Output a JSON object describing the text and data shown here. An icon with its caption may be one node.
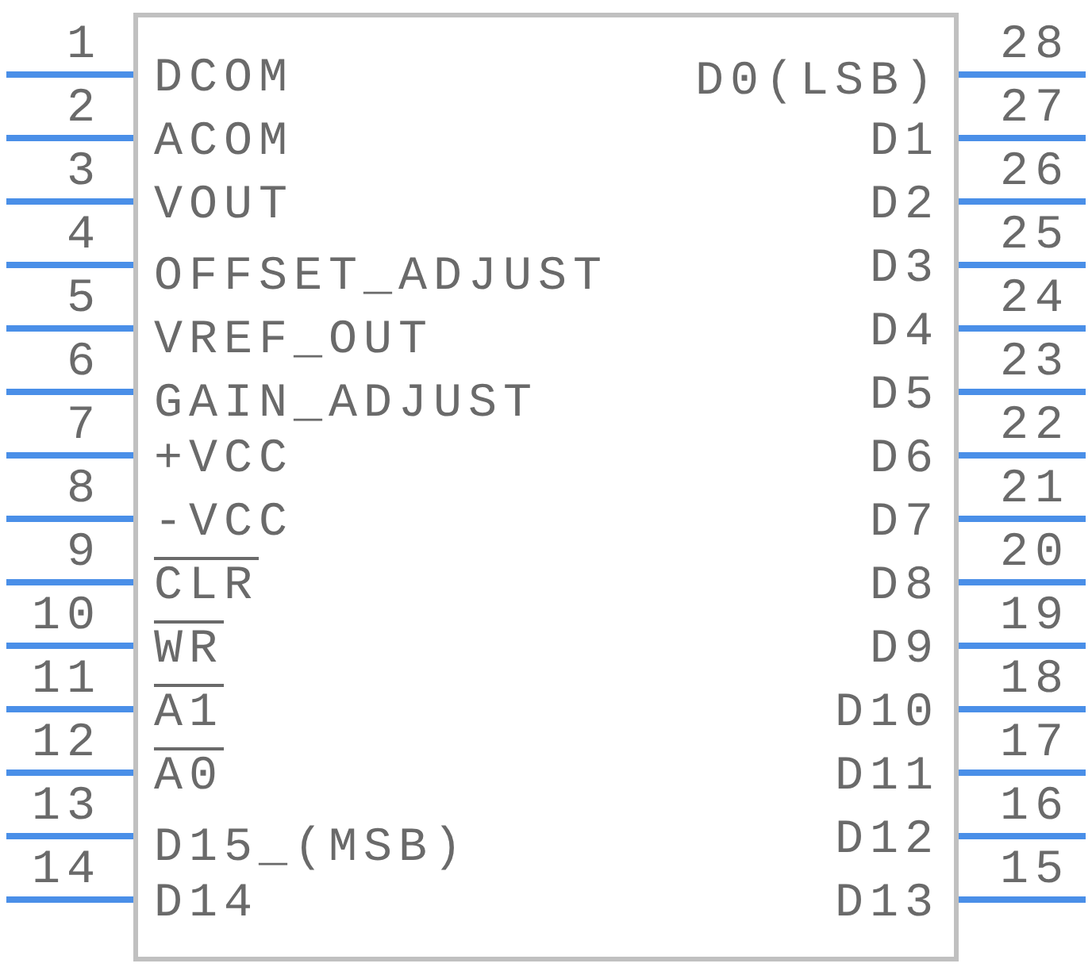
{
  "diagram": {
    "nodes": [
      {
        "text": [],
        "shape": "box"
      }
    ],
    "labels": [
      "1",
      "DCOM",
      "2",
      "ACOM",
      "3",
      "VOUT",
      "4",
      "OFFSET_ADJUST",
      "5",
      "VREF_OUT",
      "6",
      "GAIN_ADJUST",
      "7",
      "+VCC",
      "8",
      "-VCC",
      "9",
      "CLR",
      "10",
      "WR",
      "11",
      "A1",
      "12",
      "A0",
      "13",
      "D15_(MSB)",
      "14",
      "D14",
      "28",
      "D0(LSB)",
      "27",
      "D1",
      "26",
      "D2",
      "25",
      "D3",
      "24",
      "D4",
      "23",
      "D5",
      "22",
      "D6",
      "21",
      "D7",
      "20",
      "D8",
      "19",
      "D9",
      "18",
      "D10",
      "17",
      "D11",
      "16",
      "D12",
      "15",
      "D13"
    ]
  }
}
